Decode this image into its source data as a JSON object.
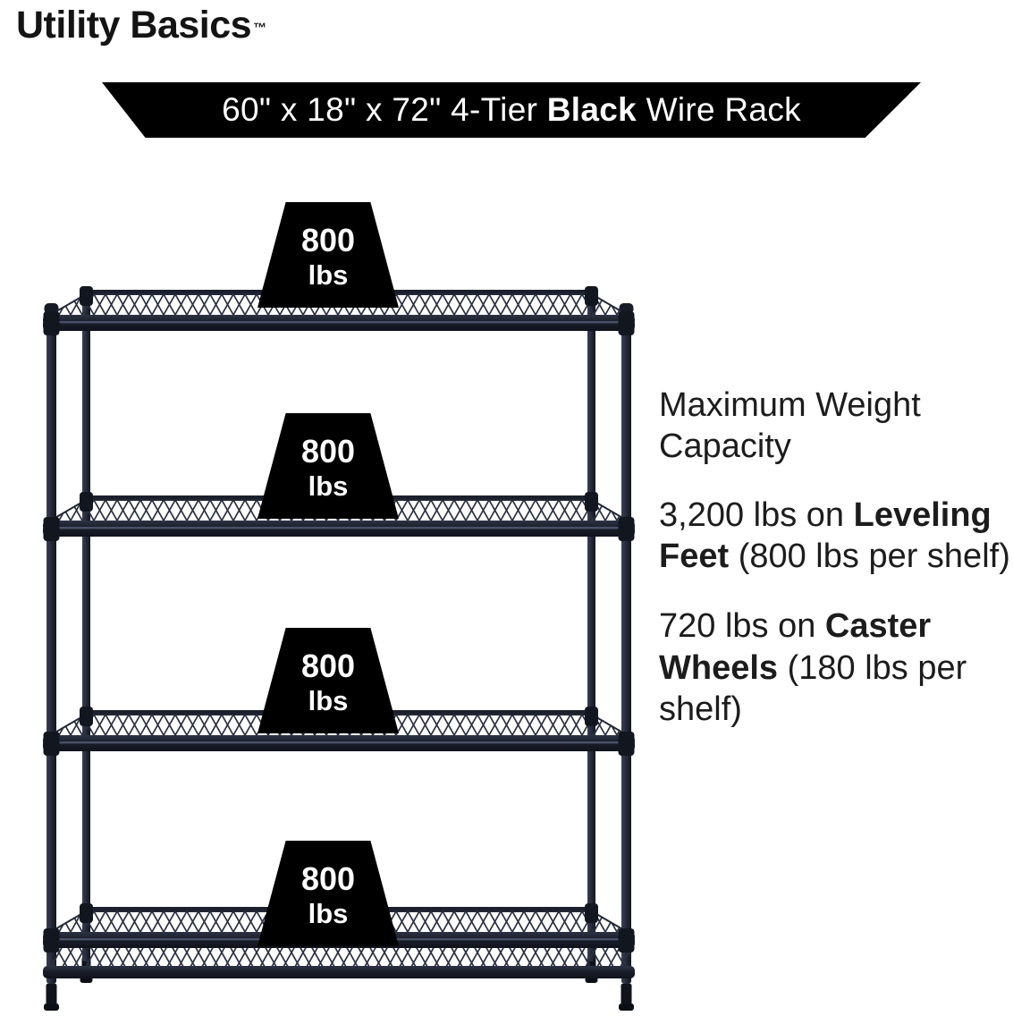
{
  "brand": {
    "name": "Utility Basics",
    "trademark": "™"
  },
  "banner": {
    "size_prefix": "60\" x 18\" x 72\" 4-Tier ",
    "highlight": "Black",
    "suffix": " Wire Rack",
    "bg_color": "#000000",
    "text_color": "#ffffff"
  },
  "rack": {
    "tiers": 4,
    "color": "#232836",
    "shelf_capacities": [
      {
        "amount": "800",
        "unit": "lbs"
      },
      {
        "amount": "800",
        "unit": "lbs"
      },
      {
        "amount": "800",
        "unit": "lbs"
      },
      {
        "amount": "800",
        "unit": "lbs"
      }
    ]
  },
  "info": {
    "heading": "Maximum Weight Capacity",
    "items": [
      {
        "prefix": "3,200 lbs on ",
        "bold": "Leveling Feet",
        "suffix": " (800 lbs per shelf)"
      },
      {
        "prefix": "720 lbs on ",
        "bold": "Caster Wheels",
        "suffix": " (180 lbs per shelf)"
      }
    ]
  }
}
